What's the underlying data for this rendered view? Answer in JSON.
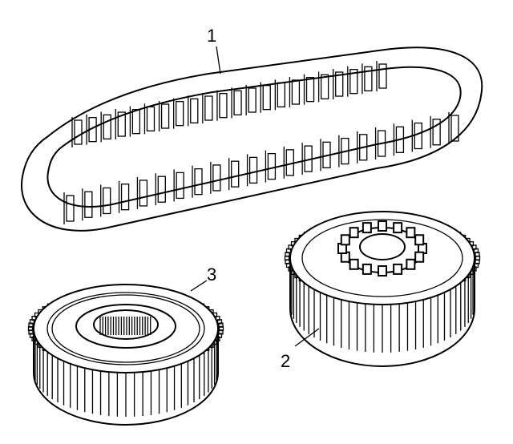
{
  "diagram": {
    "callouts": [
      {
        "id": "1",
        "label": "1",
        "target": "drive-chain"
      },
      {
        "id": "2",
        "label": "2",
        "target": "drive-sprocket"
      },
      {
        "id": "3",
        "label": "3",
        "target": "driven-sprocket"
      }
    ],
    "colors": {
      "ink": "#000000",
      "paper": "#ffffff"
    }
  }
}
